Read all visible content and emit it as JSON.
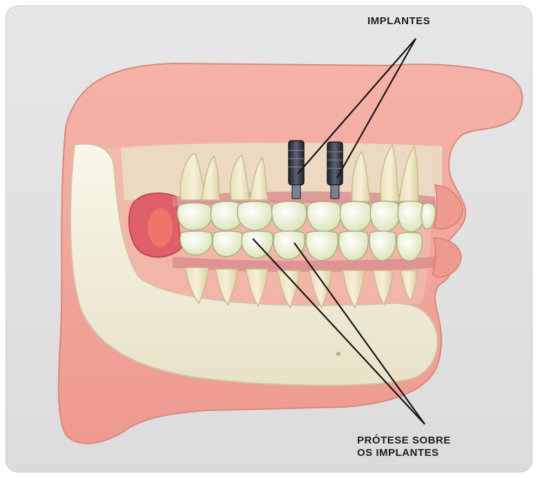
{
  "image": {
    "background_color": "#e2e2e2",
    "skin_color": "#f2a49a",
    "bone_color": "#f4f0dc",
    "tooth_color": "#eef3d6",
    "gum_color": "#c96a72",
    "implant_color": "#2f3440"
  },
  "labels": {
    "implants": "IMPLANTES",
    "prosthesis_line1": "PRÓTESE SOBRE",
    "prosthesis_line2": "OS IMPLANTES"
  }
}
